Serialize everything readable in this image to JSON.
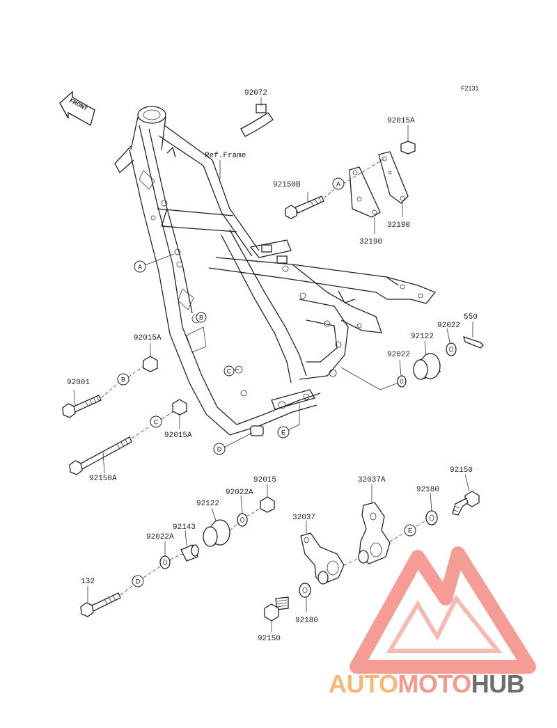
{
  "diagram": {
    "code": "F2131",
    "front_label": "FRONT",
    "frame_label": "Ref.Frame",
    "callouts": [
      "A",
      "B",
      "C",
      "D",
      "E"
    ],
    "parts": {
      "p92072": "92072",
      "p92015A_top": "92015A",
      "p92150B": "92150B",
      "p32190_a": "32190",
      "p32190_b": "32190",
      "p550": "550",
      "p92022_a": "92022",
      "p92122_a": "92122",
      "p92022_b": "92022",
      "p92015A_b": "92015A",
      "p92001": "92001",
      "p92015A_c": "92015A",
      "p92150A": "92150A",
      "p92015": "92015",
      "p92022A_a": "92022A",
      "p92122_b": "92122",
      "p92143": "92143",
      "p92022A_b": "92022A",
      "p132": "132",
      "p32037A": "32037A",
      "p92150_a": "92150",
      "p92180_a": "92180",
      "p32037": "32037",
      "p92180_b": "92180",
      "p92150_b": "92150"
    }
  },
  "watermark": {
    "part1": "AUTO",
    "part2": "MOTO",
    "part3": "HUB",
    "colors": {
      "triangle": "#f28b82",
      "auto": "#f5b77a",
      "moto": "#f19a8e",
      "hub": "#6e6e6e"
    }
  }
}
